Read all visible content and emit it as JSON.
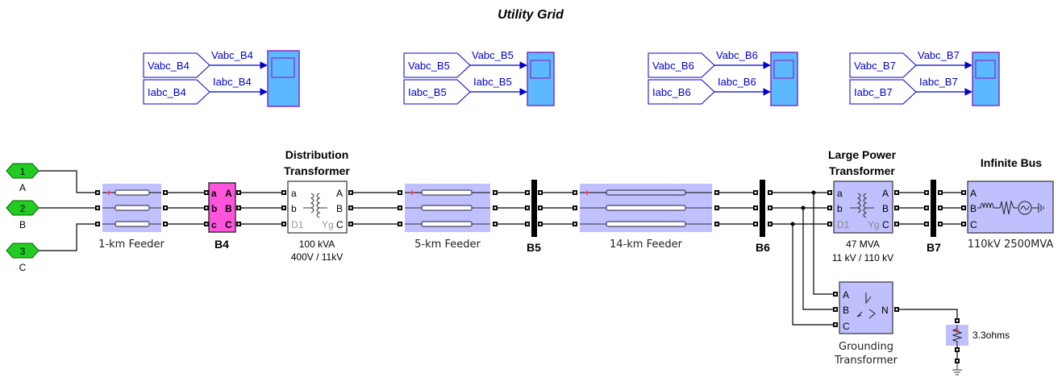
{
  "title": "Utility Grid",
  "colors": {
    "wire": "#000000",
    "signal": "#0000cc",
    "feeder_fill": "#c0c0ff",
    "bus_fill": "#ff55dd",
    "scope_fill": "#5cb9ff",
    "scope_border": "#8030c0",
    "port_green": "#22cc22",
    "transformer_fill": "#ffffff",
    "large_block_fill": "#c0c0ff"
  },
  "ports": [
    {
      "num": "1",
      "label": "A"
    },
    {
      "num": "2",
      "label": "B"
    },
    {
      "num": "3",
      "label": "C"
    }
  ],
  "scopes": [
    {
      "v_tag": "Vabc_B4",
      "i_tag": "Iabc_B4",
      "v_signal": "Vabc_B4",
      "i_signal": "Iabc_B4"
    },
    {
      "v_tag": "Vabc_B5",
      "i_tag": "Iabc_B5",
      "v_signal": "Vabc_B5",
      "i_signal": "Iabc_B5"
    },
    {
      "v_tag": "Vabc_B6",
      "i_tag": "Iabc_B6",
      "v_signal": "Vabc_B6",
      "i_signal": "Iabc_B6"
    },
    {
      "v_tag": "Vabc_B7",
      "i_tag": "Iabc_B7",
      "v_signal": "Vabc_B7",
      "i_signal": "Iabc_B7"
    }
  ],
  "feeders": [
    {
      "label": "1-km Feeder"
    },
    {
      "label": "5-km Feeder"
    },
    {
      "label": "14-km Feeder"
    }
  ],
  "buses": {
    "B4": {
      "label": "B4",
      "ports_left": [
        "a",
        "b",
        "c"
      ],
      "ports_right": [
        "A",
        "B",
        "C"
      ]
    },
    "B5": {
      "label": "B5"
    },
    "B6": {
      "label": "B6"
    },
    "B7": {
      "label": "B7"
    }
  },
  "dist_transformer": {
    "title_line1": "Distribution",
    "title_line2": "Transformer",
    "left_ports": [
      "a",
      "b"
    ],
    "winding1": "D1",
    "winding2": "Yg",
    "right_ports": [
      "A",
      "B",
      "C"
    ],
    "rating": "100 kVA",
    "voltage": "400V / 11kV"
  },
  "large_transformer": {
    "title_line1": "Large Power",
    "title_line2": "Transformer",
    "left_ports": [
      "a",
      "b"
    ],
    "winding1": "D1",
    "winding2": "Yg",
    "right_ports": [
      "A",
      "B",
      "C"
    ],
    "rating": "47 MVA",
    "voltage": "11 kV / 110 kV"
  },
  "infinite_bus": {
    "title": "Infinite Bus",
    "ports": [
      "A",
      "B",
      "C"
    ],
    "rating": "110kV 2500MVA"
  },
  "grounding_transformer": {
    "ports": [
      "A",
      "B",
      "C"
    ],
    "neutral": "N",
    "label_line1": "Grounding",
    "label_line2": "Transformer"
  },
  "resistor": {
    "label": "3.3ohms"
  }
}
